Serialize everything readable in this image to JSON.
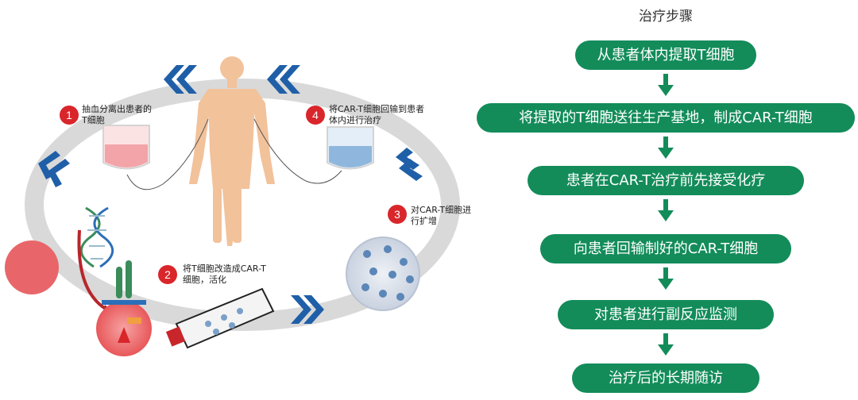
{
  "diagram": {
    "steps": [
      {
        "number": "1",
        "line1": "抽血分离出患者的",
        "line2": "T细胞"
      },
      {
        "number": "2",
        "line1": "将T细胞改造成CAR-T",
        "line2": "细胞，活化"
      },
      {
        "number": "3",
        "line1": "对CAR-T细胞进",
        "line2": "行扩增"
      },
      {
        "number": "4",
        "line1": "将CAR-T细胞回输到患者",
        "line2": "体内进行治疗"
      }
    ],
    "colors": {
      "badge": "#d9262b",
      "ring": "#d9d9d9",
      "chevron": "#1f5fa8",
      "body": "#f2c29b"
    }
  },
  "flow": {
    "title": "治疗步骤",
    "box_color": "#138c5a",
    "steps": [
      "从患者体内提取T细胞",
      "将提取的T细胞送往生产基地，制成CAR-T细胞",
      "患者在CAR-T治疗前先接受化疗",
      "向患者回输制好的CAR-T细胞",
      "对患者进行副反应监测",
      "治疗后的长期随访"
    ]
  }
}
